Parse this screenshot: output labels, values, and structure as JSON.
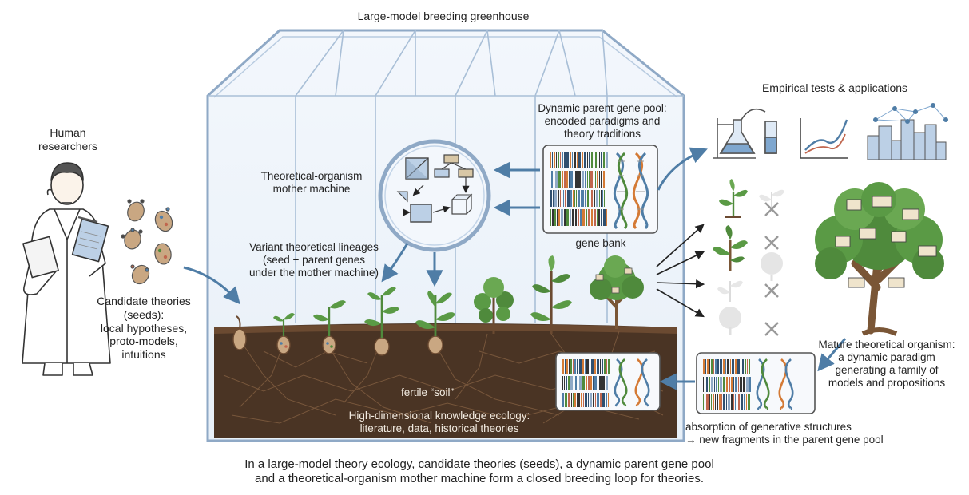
{
  "greenhouse_title": "Large-model breeding greenhouse",
  "human_researchers": "Human\nresearchers",
  "candidate_theories": "Candidate theories\n(seeds):\nlocal hypotheses,\nproto-models,\nintuitions",
  "mother_machine": "Theoretical-organism\nmother machine",
  "variant_lineages": "Variant theoretical lineages\n(seed + parent genes\nunder the mother machine)",
  "parent_gene_pool": "Dynamic parent gene pool:\nencoded paradigms and\ntheory traditions",
  "gene_bank": "gene bank",
  "empirical_tests": "Empirical tests & applications",
  "fertile_soil": "fertile “soil”",
  "knowledge_ecology": "High-dimensional knowledge ecology:\nliterature, data, historical theories",
  "mature_organism": "Mature theoretical organism:\na dynamic paradigm\ngenerating a family of\nmodels and propositions",
  "absorption": "absorption of generative structures\n→ new fragments in the parent gene pool",
  "caption": "In a large-model theory ecology, candidate theories (seeds), a dynamic parent gene pool\nand a theoretical-organism mother machine form a closed breeding loop for theories.",
  "colors": {
    "glass": "#eef4fb",
    "frame": "#8fa9c6",
    "soil": "#4a3424",
    "leaf": "#4f8a3c",
    "arrow": "#4f7da6",
    "bark": "#7a5636"
  },
  "icons": [
    "scientist-icon",
    "seed-icon",
    "diagram-icon",
    "dna-icon",
    "barcode-icon",
    "lab-flask-icon",
    "growth-chart-icon",
    "city-network-icon",
    "tree-icon",
    "cross-icon",
    "sprout-icon"
  ]
}
